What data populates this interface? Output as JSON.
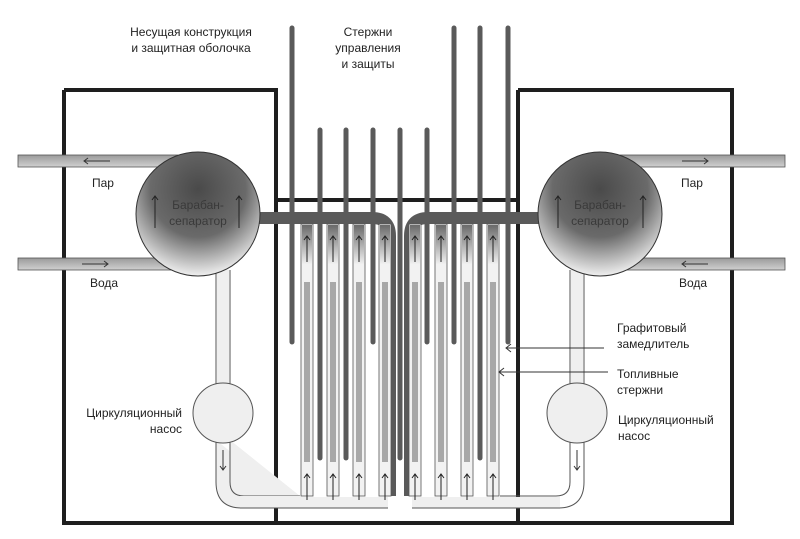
{
  "labels": {
    "support_structure": [
      "Несущая конструкция",
      "и защитная оболочка"
    ],
    "control_rods": [
      "Стержни",
      "управления",
      "и защиты"
    ],
    "steam_left": "Пар",
    "water_left": "Вода",
    "steam_right": "Пар",
    "water_right": "Вода",
    "drum_left": [
      "Барабан-",
      "сепаратор"
    ],
    "drum_right": [
      "Барабан-",
      "сепаратор"
    ],
    "pump_left": [
      "Циркуляционный",
      "насос"
    ],
    "pump_right": [
      "Циркуляционный",
      "насос"
    ],
    "graphite_moderator": [
      "Графитовый",
      "замедлитель"
    ],
    "fuel_rods": [
      "Топливные",
      "стержни"
    ]
  },
  "colors": {
    "frame": "#1e1e1e",
    "control_rod": "#5a5a5a",
    "fuel_rod": "#a8a8a8",
    "pipe_fill": "#d8d8d8",
    "pipe_edge": "#555555"
  }
}
